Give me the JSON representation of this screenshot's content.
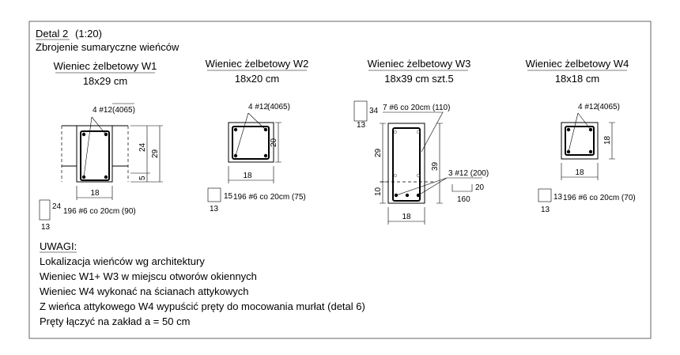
{
  "header": {
    "title": "Detal 2",
    "scale": "(1:20)",
    "subtitle": "Zbrojenie sumaryczne wieńców"
  },
  "sections": [
    {
      "title": "Wieniec żelbetowy W1",
      "size": "18x29 cm",
      "main_bars": "4 #12",
      "main_len": "(4065)",
      "dims": {
        "h1": "24",
        "h2": "5",
        "total": "29",
        "width": "18"
      },
      "stirrup": {
        "h": "24",
        "w": "13",
        "label": "196 #6 co 20cm (90)"
      }
    },
    {
      "title": "Wieniec żelbetowy W2",
      "size": "18x20 cm",
      "main_bars": "4 #12",
      "main_len": "(4065)",
      "dims": {
        "total": "20",
        "width": "18"
      },
      "stirrup": {
        "h": "15",
        "w": "13",
        "label": "196 #6 co 20cm (75)"
      }
    },
    {
      "title": "Wieniec żelbetowy W3",
      "size": "18x39 cm  szt.5",
      "stirrup_label": "7 #6 co 20cm (110)",
      "bottom_bars": "3 #12 (200)",
      "dims": {
        "h1": "29",
        "h2": "10",
        "total": "39",
        "width": "18"
      },
      "stirrup": {
        "h": "34",
        "w": "13"
      },
      "ubar": {
        "h": "20",
        "w": "160"
      }
    },
    {
      "title": "Wieniec żelbetowy W4",
      "size": "18x18 cm",
      "main_bars": "4 #12",
      "main_len": "(4065)",
      "dims": {
        "total": "18",
        "width": "18"
      },
      "stirrup": {
        "h": "13",
        "w": "13",
        "label": "196 #6 co 20cm (70)"
      }
    }
  ],
  "notes": {
    "heading": "UWAGI:",
    "items": [
      "Lokalizacja wieńców wg architektury",
      "Wieniec W1+ W3 w miejscu otworów okiennych",
      "Wieniec W4 wykonać na ścianach attykowych",
      "Z wieńca attykowego W4 wypuścić pręty do mocowania murłat (detal 6)",
      "Pręty łączyć na zakład a = 50 cm"
    ]
  }
}
